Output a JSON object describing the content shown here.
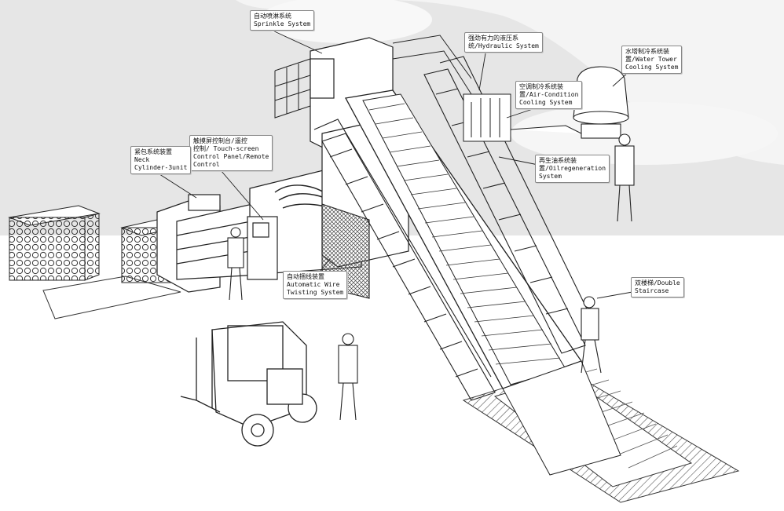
{
  "colors": {
    "line": "#222222",
    "haze": "#e6e6e6",
    "hatch": "#555555"
  },
  "callouts": [
    {
      "id": "sprinkle",
      "zh": "自动喷淋系统",
      "en": [
        "Sprinkle System"
      ]
    },
    {
      "id": "hydraulic",
      "zh": "强劲有力的液压系",
      "en": [
        "统/Hydraulic System"
      ]
    },
    {
      "id": "water-tower",
      "zh": "水塔制冷系统装",
      "en": [
        "置/Water Tower",
        "Cooling System"
      ]
    },
    {
      "id": "air-condition",
      "zh": "空调制冷系统装",
      "en": [
        "置/Air-Condition",
        "Cooling System"
      ]
    },
    {
      "id": "touch-screen",
      "zh": "触摸屏控制台/遥控",
      "en": [
        "控制/ Touch-screen",
        "Control Panel/Remote",
        "Control"
      ]
    },
    {
      "id": "neck-cylinder",
      "zh": "紧包系统装置",
      "en": [
        "Neck",
        "Cylinder-3unit"
      ]
    },
    {
      "id": "oil-regeneration",
      "zh": "再生油系统装",
      "en": [
        "置/Oilregeneration",
        "System"
      ]
    },
    {
      "id": "wire-twisting",
      "zh": "自动捆线装置",
      "en": [
        "Automatic Wire",
        "Twisting System"
      ]
    },
    {
      "id": "double-staircase",
      "zh": "双楼梯/Double",
      "en": [
        "Staircase"
      ]
    }
  ]
}
